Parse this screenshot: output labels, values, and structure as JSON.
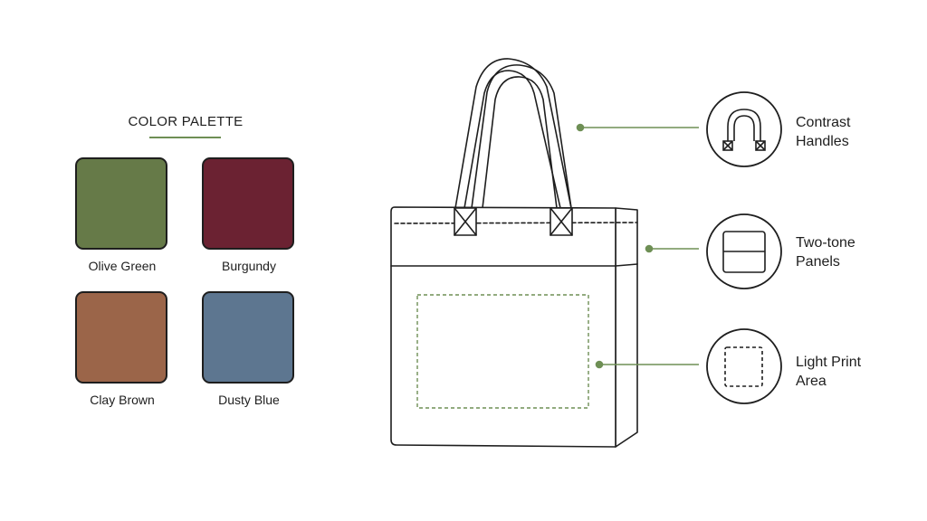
{
  "palette": {
    "title": "COLOR PALETTE",
    "swatches": [
      {
        "name": "Olive Green",
        "color": "#667a48"
      },
      {
        "name": "Burgundy",
        "color": "#6b2232"
      },
      {
        "name": "Clay Brown",
        "color": "#9b6549"
      },
      {
        "name": "Dusty Blue",
        "color": "#5d7690"
      }
    ]
  },
  "accent_color": "#6e8f55",
  "callouts": [
    {
      "line1": "Contrast",
      "line2": "Handles",
      "icon": "handle-icon"
    },
    {
      "line1": "Two-tone",
      "line2": "Panels",
      "icon": "panels-icon"
    },
    {
      "line1": "Light Print",
      "line2": "Area",
      "icon": "print-area-icon"
    }
  ],
  "bag": {
    "icon": "tote-bag-illustration"
  }
}
